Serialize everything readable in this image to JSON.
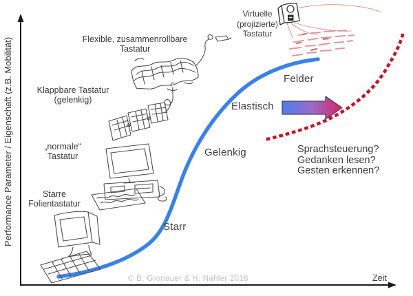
{
  "axes": {
    "y_label": "Performance Parameter / Eigenschaft (z.B. Mobilität)",
    "x_label": "Zeit"
  },
  "curve_stages": [
    "Starr",
    "Gelenkig",
    "Elastisch",
    "Felder"
  ],
  "keyboard_labels": {
    "starre": [
      "Starre",
      "Folientastatur"
    ],
    "normale": [
      "„normale“",
      "Tastatur"
    ],
    "klappbare": [
      "Klappbare Tastatur",
      "(gelenkig)"
    ],
    "flexible": [
      "Flexible, zusammenrollbare",
      "Tastatur"
    ],
    "virtuelle": [
      "Virtuelle",
      "(projizierte)",
      "Tastatur"
    ]
  },
  "future_questions": [
    "Sprachsteuerung?",
    "Gedanken lesen?",
    "Gesten erkennen?"
  ],
  "copyright": "© B. Gronauer & H. Nähler 2018",
  "colors": {
    "s_curve_blue": "#3b82e6",
    "future_dotted_red": "#c81428",
    "arrow_gradient_start": "#4f7ce8",
    "arrow_gradient_mid": "#9b6bc8",
    "arrow_gradient_end": "#d6245e",
    "sketch_ink": "#4d4d4d",
    "projection_red": "#d08888",
    "axis_black": "#1a1a1a",
    "copyright_gray": "#c2c2c2"
  }
}
